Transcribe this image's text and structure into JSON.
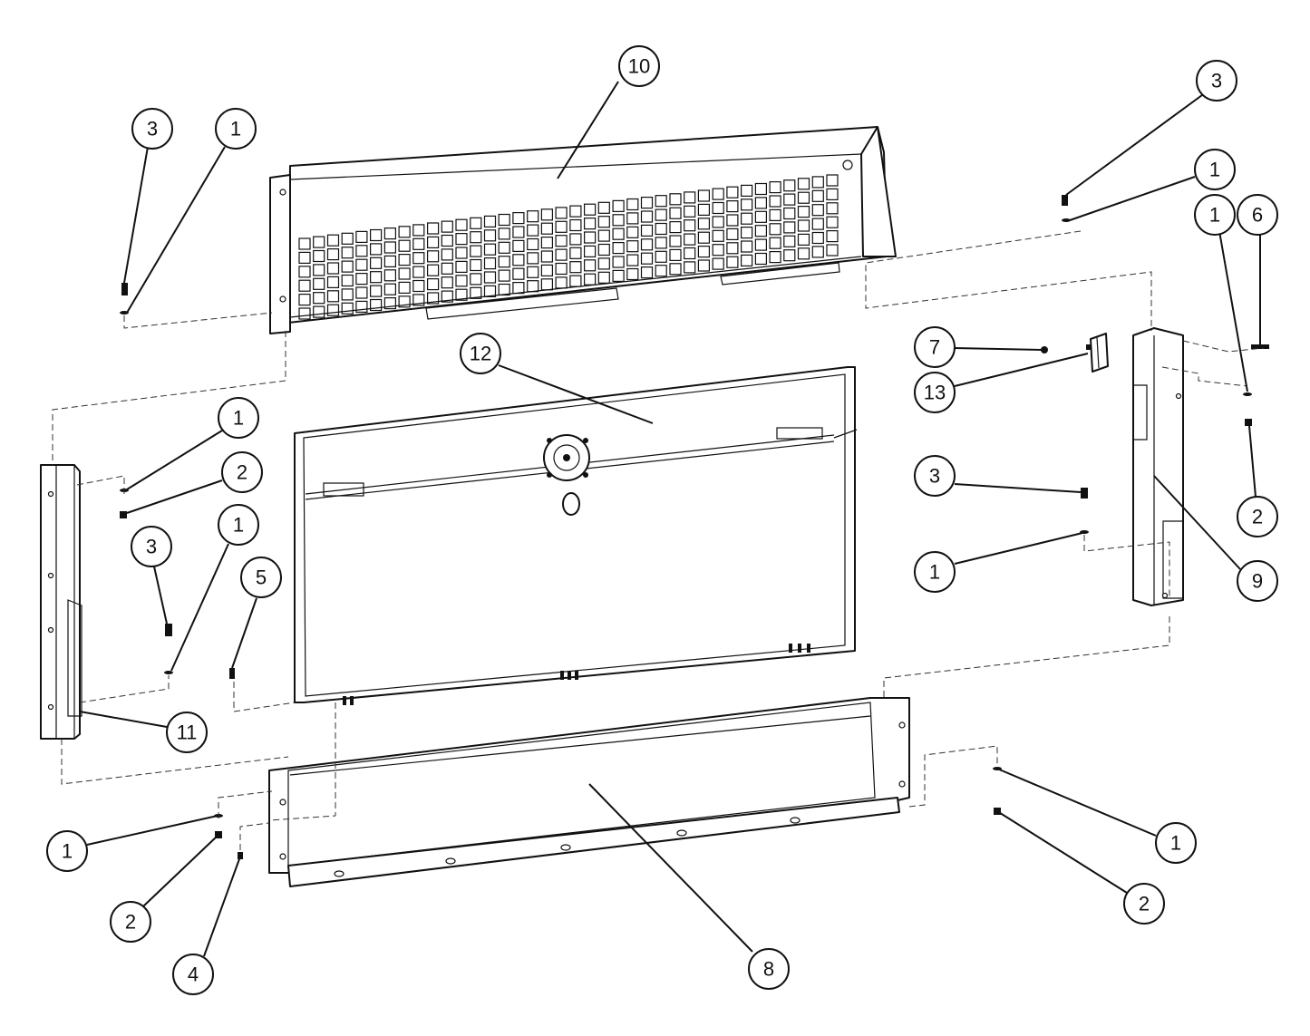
{
  "diagram": {
    "callouts": [
      {
        "id": "c-10",
        "label": "10"
      },
      {
        "id": "c-3-tl",
        "label": "3"
      },
      {
        "id": "c-1-tl",
        "label": "1"
      },
      {
        "id": "c-3-tr",
        "label": "3"
      },
      {
        "id": "c-1-tr",
        "label": "1"
      },
      {
        "id": "c-1-r",
        "label": "1"
      },
      {
        "id": "c-6",
        "label": "6"
      },
      {
        "id": "c-7",
        "label": "7"
      },
      {
        "id": "c-13",
        "label": "13"
      },
      {
        "id": "c-12",
        "label": "12"
      },
      {
        "id": "c-1-l1",
        "label": "1"
      },
      {
        "id": "c-2-l",
        "label": "2"
      },
      {
        "id": "c-3-l",
        "label": "3"
      },
      {
        "id": "c-1-l2",
        "label": "1"
      },
      {
        "id": "c-5",
        "label": "5"
      },
      {
        "id": "c-3-mr",
        "label": "3"
      },
      {
        "id": "c-1-mr",
        "label": "1"
      },
      {
        "id": "c-2-r",
        "label": "2"
      },
      {
        "id": "c-9",
        "label": "9"
      },
      {
        "id": "c-11",
        "label": "11"
      },
      {
        "id": "c-1-bl",
        "label": "1"
      },
      {
        "id": "c-2-bl",
        "label": "2"
      },
      {
        "id": "c-4",
        "label": "4"
      },
      {
        "id": "c-8",
        "label": "8"
      },
      {
        "id": "c-1-br",
        "label": "1"
      },
      {
        "id": "c-2-br",
        "label": "2"
      }
    ]
  }
}
